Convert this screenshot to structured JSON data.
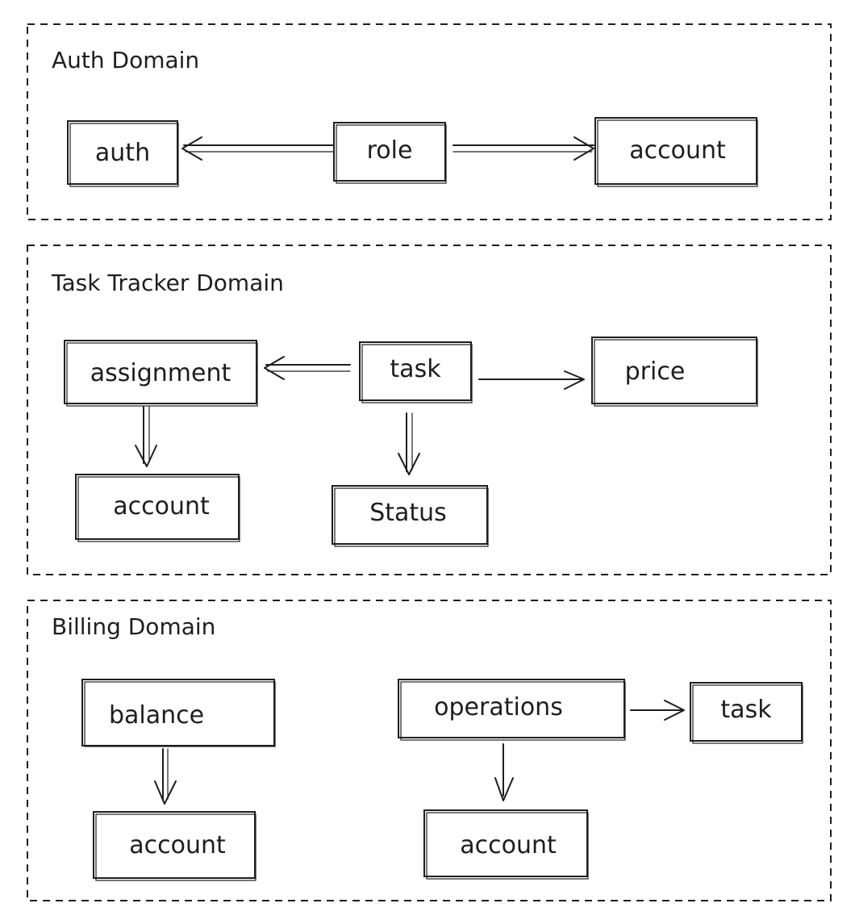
{
  "colors": {
    "ink": "#1e1e1e",
    "background": "#ffffff"
  },
  "domains": [
    {
      "id": "auth",
      "title": "Auth Domain",
      "nodes": [
        {
          "id": "auth-auth",
          "label": "auth"
        },
        {
          "id": "auth-role",
          "label": "role"
        },
        {
          "id": "auth-account",
          "label": "account"
        }
      ],
      "edges": [
        {
          "from": "auth-role",
          "to": "auth-auth"
        },
        {
          "from": "auth-role",
          "to": "auth-account"
        }
      ]
    },
    {
      "id": "task-tracker",
      "title": "Task Tracker Domain",
      "nodes": [
        {
          "id": "tt-assignment",
          "label": "assignment"
        },
        {
          "id": "tt-task",
          "label": "task"
        },
        {
          "id": "tt-price",
          "label": "price"
        },
        {
          "id": "tt-account",
          "label": "account"
        },
        {
          "id": "tt-status",
          "label": "Status"
        }
      ],
      "edges": [
        {
          "from": "tt-task",
          "to": "tt-assignment"
        },
        {
          "from": "tt-task",
          "to": "tt-price"
        },
        {
          "from": "tt-assignment",
          "to": "tt-account"
        },
        {
          "from": "tt-task",
          "to": "tt-status"
        }
      ]
    },
    {
      "id": "billing",
      "title": "Billing Domain",
      "nodes": [
        {
          "id": "bill-balance",
          "label": "balance"
        },
        {
          "id": "bill-operations",
          "label": "operations"
        },
        {
          "id": "bill-task",
          "label": "task"
        },
        {
          "id": "bill-account-1",
          "label": "account"
        },
        {
          "id": "bill-account-2",
          "label": "account"
        }
      ],
      "edges": [
        {
          "from": "bill-balance",
          "to": "bill-account-1"
        },
        {
          "from": "bill-operations",
          "to": "bill-task"
        },
        {
          "from": "bill-operations",
          "to": "bill-account-2"
        }
      ]
    }
  ]
}
